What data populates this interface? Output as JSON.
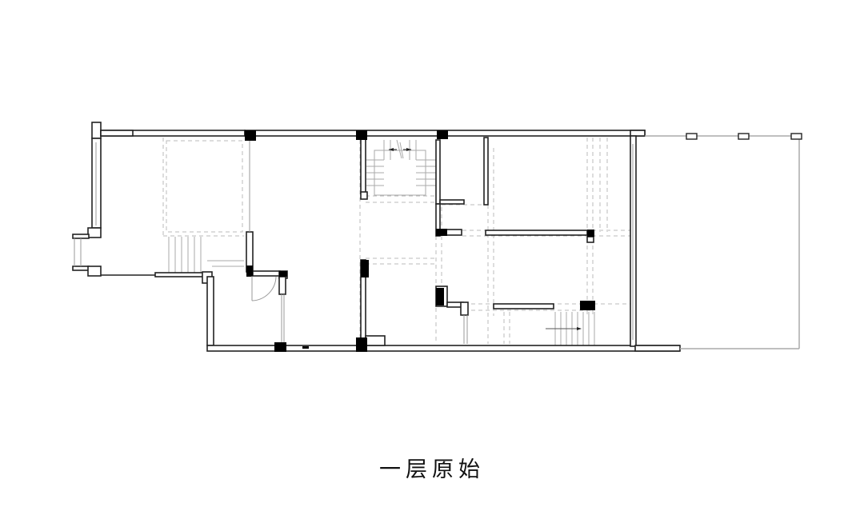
{
  "diagram": {
    "type": "architectural-floor-plan",
    "caption": "一层原始",
    "colors": {
      "wall": "#222222",
      "column": "#000000",
      "dashed_lines": "#bbbbbb",
      "light_lines": "#aaaaaa",
      "background": "#ffffff"
    },
    "elements": {
      "stair_arrows": 2,
      "door_swing": 1,
      "dashed_beam_grid": true,
      "exterior_terrace": true,
      "terrace_posts": 3
    }
  }
}
